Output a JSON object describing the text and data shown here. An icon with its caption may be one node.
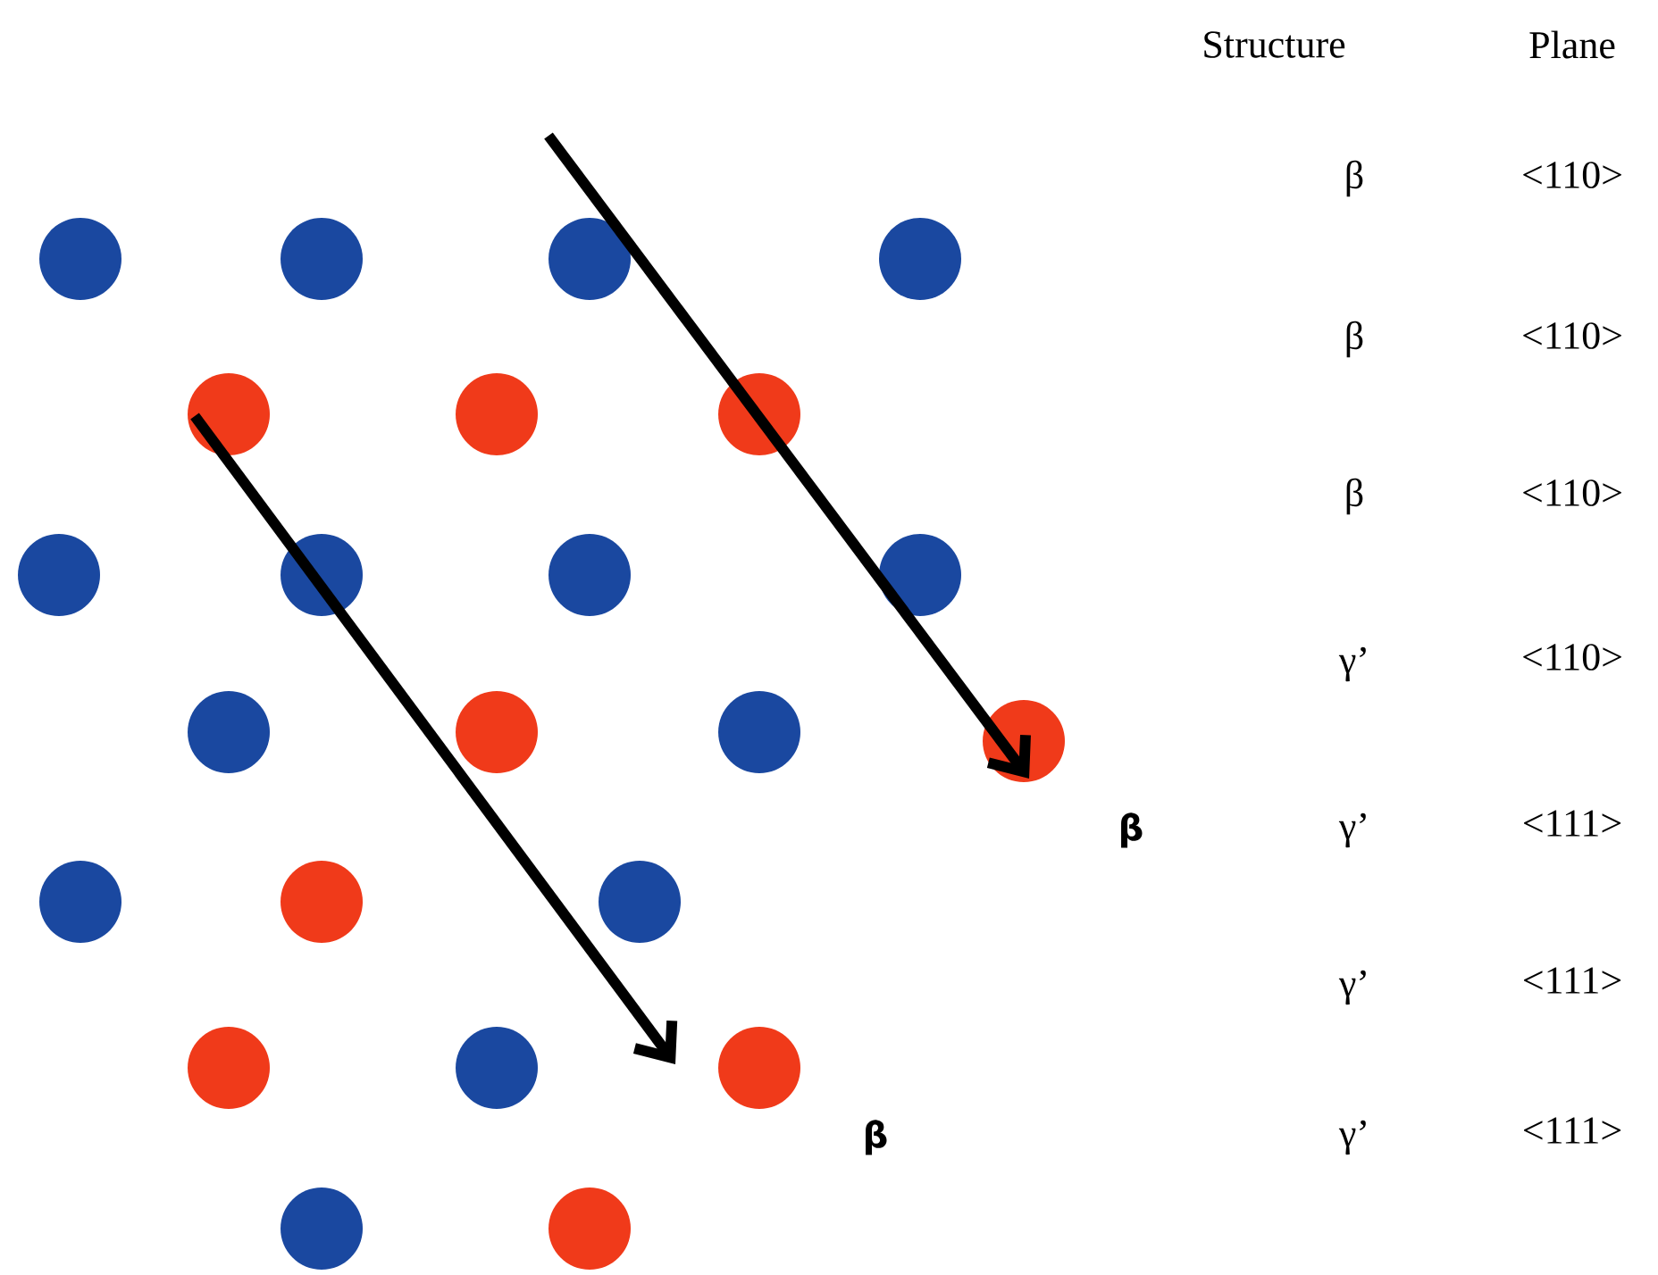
{
  "diagram": {
    "labels": [
      "Structure",
      "Plane",
      "β",
      "<110>",
      "β",
      "<110>",
      "β",
      "<110>",
      "γ’",
      "<110>",
      "β",
      "γ’",
      "<111>",
      "γ’",
      "<111>",
      "β",
      "γ’",
      "<111>"
    ]
  }
}
